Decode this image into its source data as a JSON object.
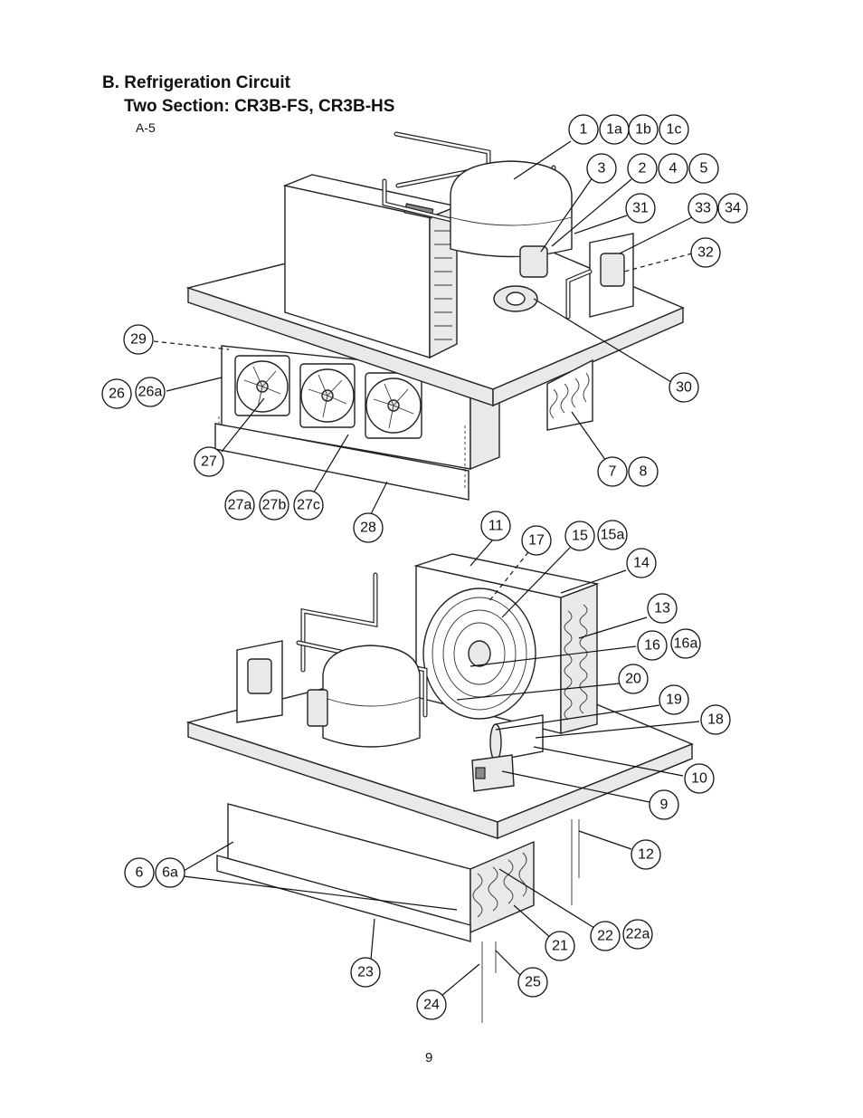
{
  "header": {
    "title": "B. Refrigeration Circuit",
    "subtitle": "Two Section: CR3B-FS, CR3B-HS",
    "figure_id": "A-5"
  },
  "page_number": "9",
  "callouts": {
    "c1": "1",
    "c1a": "1a",
    "c1b": "1b",
    "c1c": "1c",
    "c3": "3",
    "c2": "2",
    "c4": "4",
    "c5": "5",
    "c31": "31",
    "c33": "33",
    "c34": "34",
    "c32": "32",
    "c29": "29",
    "c26": "26",
    "c26a": "26a",
    "c30": "30",
    "c27": "27",
    "c7": "7",
    "c8": "8",
    "c27a": "27a",
    "c27b": "27b",
    "c27c": "27c",
    "c28": "28",
    "c11": "11",
    "c17": "17",
    "c15": "15",
    "c15a": "15a",
    "c14": "14",
    "c13": "13",
    "c16": "16",
    "c16a": "16a",
    "c20": "20",
    "c19": "19",
    "c18": "18",
    "c10": "10",
    "c9": "9",
    "c12": "12",
    "c6": "6",
    "c6a": "6a",
    "c22": "22",
    "c22a": "22a",
    "c21": "21",
    "c23": "23",
    "c25": "25",
    "c24": "24"
  }
}
